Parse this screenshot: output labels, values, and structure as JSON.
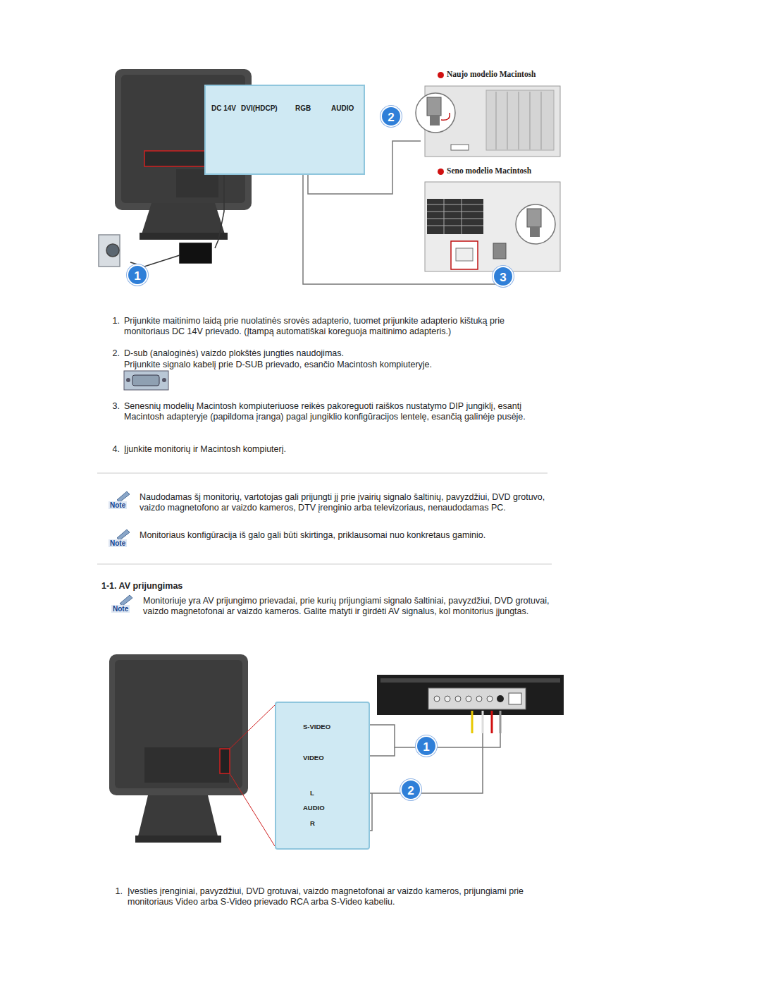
{
  "diagram": {
    "nodes": [
      {
        "text": [
          "DC 14V",
          "DVI(HDCP)",
          "RGB",
          "AUDIO"
        ]
      },
      {
        "text": [
          "Naujo modelio Macintosh"
        ]
      },
      {
        "text": [
          "Seno modelio Macintosh"
        ]
      },
      {
        "text": [
          "S-VIDEO",
          "VIDEO",
          "L",
          "AUDIO",
          "R"
        ]
      }
    ],
    "edges": [
      {
        "from": 0,
        "to": 1,
        "arrow": "none"
      },
      {
        "from": 0,
        "to": 2,
        "arrow": "none"
      }
    ],
    "labels": [
      "1",
      "2",
      "3",
      "1.",
      "Prijunkite maitinimo laidą prie nuolatinės srovės adapterio, tuomet prijunkite adapterio kištuką prie monitoriaus DC 14V prievado. (Įtampą automatiškai koreguoja maitinimo adapteris.)",
      "2.",
      "D-sub (analoginės) vaizdo plokštės jungties naudojimas.",
      "Prijunkite signalo kabelį prie D-SUB prievado, esančio Macintosh kompiuteryje.",
      "3.",
      "Senesnių modelių Macintosh kompiuteriuose reikės pakoreguoti raiškos nustatymo DIP jungiklį, esantį Macintosh adapteryje (papildoma įranga) pagal jungiklio konfigūracijos lentelę, esančią galinėje pusėje.",
      "4.",
      "Įjunkite monitorių ir Macintosh kompiuterį.",
      "Note",
      "Naudodamas šį monitorių, vartotojas gali prijungti jį prie įvairių signalo šaltinių, pavyzdžiui, DVD grotuvo, vaizdo magnetofono ar vaizdo kameros, DTV įrenginio arba televizoriaus, nenaudodamas PC.",
      "Note",
      "Monitoriaus konfigūracija iš galo gali būti skirtinga, priklausomai nuo konkretaus gaminio.",
      "1-1. AV prijungimas",
      "Note",
      "Monitoriuje yra AV prijungimo prievadai, prie kurių prijungiami signalo šaltiniai, pavyzdžiui, DVD grotuvai, vaizdo magnetofonai ar vaizdo kameros. Galite matyti ir girdėti AV signalus, kol monitorius įjungtas.",
      "1",
      "2",
      "1.",
      "Įvesties įrenginiai, pavyzdžiui, DVD grotuvai, vaizdo magnetofonai ar vaizdo kameros, prijungiami prie monitoriaus Video arba S-Video prievado RCA arba S-Video kabeliu."
    ]
  }
}
